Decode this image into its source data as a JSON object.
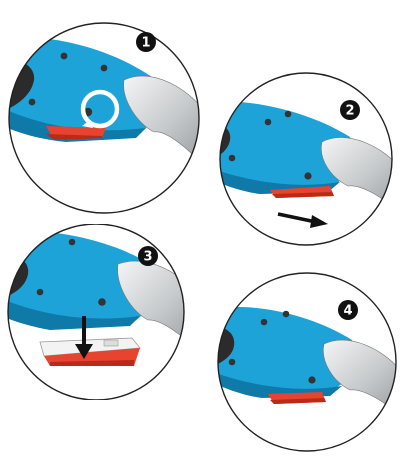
{
  "steps": [
    {
      "number": "1",
      "action": "rotate-screw"
    },
    {
      "number": "2",
      "action": "slide-blade-out"
    },
    {
      "number": "3",
      "action": "insert-new-blade"
    },
    {
      "number": "4",
      "action": "blade-installed"
    }
  ],
  "colors": {
    "tool_blue": "#1da3d8",
    "tool_blue_dark": "#0f79a8",
    "grip_dark": "#2b2b2b",
    "blade_red": "#e8432e",
    "blade_red_dark": "#b92a18",
    "silver": "#c9ccce",
    "badge": "#111111",
    "outline": "#222222"
  },
  "icons": [
    "rotate-arrow-icon",
    "right-arrow-icon",
    "down-arrow-icon"
  ]
}
